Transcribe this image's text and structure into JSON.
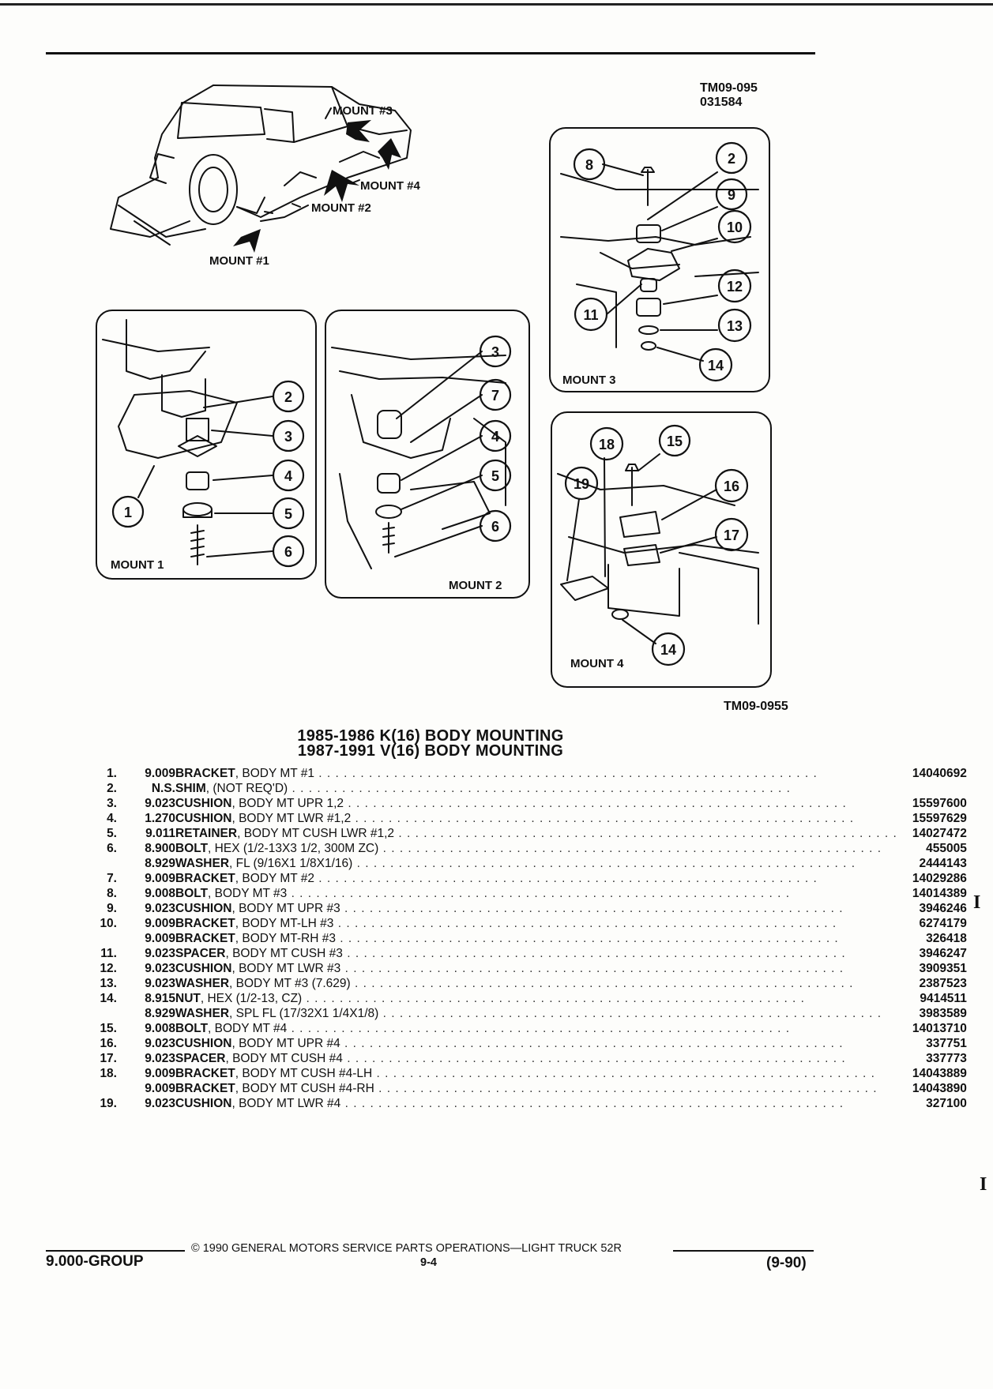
{
  "figure_ids": {
    "top": "TM09-095",
    "top_sub": "031584",
    "bottom": "TM09-0955"
  },
  "labels": {
    "mount1_arrow": "MOUNT #1",
    "mount2_arrow": "MOUNT #2",
    "mount3_arrow": "MOUNT #3",
    "mount4_arrow": "MOUNT #4",
    "mount1": "MOUNT 1",
    "mount2": "MOUNT 2",
    "mount3": "MOUNT 3",
    "mount4": "MOUNT 4"
  },
  "callouts": {
    "m1": [
      "2",
      "3",
      "4",
      "5",
      "6",
      "1"
    ],
    "m2": [
      "3",
      "7",
      "4",
      "5",
      "6"
    ],
    "m3": [
      "8",
      "2",
      "9",
      "10",
      "12",
      "11",
      "13",
      "14"
    ],
    "m4": [
      "18",
      "15",
      "19",
      "16",
      "17",
      "14"
    ]
  },
  "title": {
    "line1": "1985-1986 K(16) BODY MOUNTING",
    "line2": "1987-1991 V(16) BODY MOUNTING"
  },
  "parts": [
    {
      "idx": "1.",
      "grp": "9.009",
      "name": "BRACKET",
      "desc": ", BODY MT #1",
      "pn": "14040692"
    },
    {
      "idx": "2.",
      "grp": "N.S.",
      "name": "SHIM",
      "desc": ", (NOT REQ'D)",
      "pn": ""
    },
    {
      "idx": "3.",
      "grp": "9.023",
      "name": "CUSHION",
      "desc": ", BODY MT UPR 1,2",
      "pn": "15597600"
    },
    {
      "idx": "4.",
      "grp": "1.270",
      "name": "CUSHION",
      "desc": ", BODY MT LWR #1,2",
      "pn": "15597629"
    },
    {
      "idx": "5.",
      "grp": "9.011",
      "name": "RETAINER",
      "desc": ", BODY MT CUSH LWR #1,2",
      "pn": "14027472"
    },
    {
      "idx": "6.",
      "grp": "8.900",
      "name": "BOLT",
      "desc": ", HEX (1/2-13X3 1/2, 300M ZC)",
      "pn": "455005"
    },
    {
      "idx": "",
      "grp": "8.929",
      "name": "WASHER",
      "desc": ", FL (9/16X1 1/8X1/16)",
      "pn": "2444143"
    },
    {
      "idx": "7.",
      "grp": "9.009",
      "name": "BRACKET",
      "desc": ", BODY MT #2",
      "pn": "14029286"
    },
    {
      "idx": "8.",
      "grp": "9.008",
      "name": "BOLT",
      "desc": ", BODY MT #3",
      "pn": "14014389"
    },
    {
      "idx": "9.",
      "grp": "9.023",
      "name": "CUSHION",
      "desc": ", BODY MT UPR #3",
      "pn": "3946246"
    },
    {
      "idx": "10.",
      "grp": "9.009",
      "name": "BRACKET",
      "desc": ", BODY MT-LH #3",
      "pn": "6274179"
    },
    {
      "idx": "",
      "grp": "9.009",
      "name": "BRACKET",
      "desc": ", BODY MT-RH #3",
      "pn": "326418"
    },
    {
      "idx": "11.",
      "grp": "9.023",
      "name": "SPACER",
      "desc": ", BODY MT CUSH #3",
      "pn": "3946247"
    },
    {
      "idx": "12.",
      "grp": "9.023",
      "name": "CUSHION",
      "desc": ", BODY MT LWR #3",
      "pn": "3909351"
    },
    {
      "idx": "13.",
      "grp": "9.023",
      "name": "WASHER",
      "desc": ", BODY MT #3 (7.629)",
      "pn": "2387523"
    },
    {
      "idx": "14.",
      "grp": "8.915",
      "name": "NUT",
      "desc": ", HEX (1/2-13, CZ)",
      "pn": "9414511"
    },
    {
      "idx": "",
      "grp": "8.929",
      "name": "WASHER",
      "desc": ", SPL FL (17/32X1 1/4X1/8)",
      "pn": "3983589"
    },
    {
      "idx": "15.",
      "grp": "9.008",
      "name": "BOLT",
      "desc": ", BODY MT #4",
      "pn": "14013710"
    },
    {
      "idx": "16.",
      "grp": "9.023",
      "name": "CUSHION",
      "desc": ", BODY MT UPR #4",
      "pn": "337751"
    },
    {
      "idx": "17.",
      "grp": "9.023",
      "name": "SPACER",
      "desc": ", BODY MT CUSH #4",
      "pn": "337773"
    },
    {
      "idx": "18.",
      "grp": "9.009",
      "name": "BRACKET",
      "desc": ", BODY MT CUSH #4-LH",
      "pn": "14043889"
    },
    {
      "idx": "",
      "grp": "9.009",
      "name": "BRACKET",
      "desc": ", BODY MT CUSH #4-RH",
      "pn": "14043890"
    },
    {
      "idx": "19.",
      "grp": "9.023",
      "name": "CUSHION",
      "desc": ", BODY MT LWR #4",
      "pn": "327100"
    }
  ],
  "footer": {
    "copyright": "© 1990 GENERAL MOTORS SERVICE PARTS OPERATIONS—LIGHT TRUCK 52R",
    "group": "9.000-GROUP",
    "page": "9-4",
    "date": "(9-90)"
  },
  "margin_marks": [
    "I",
    "I"
  ]
}
